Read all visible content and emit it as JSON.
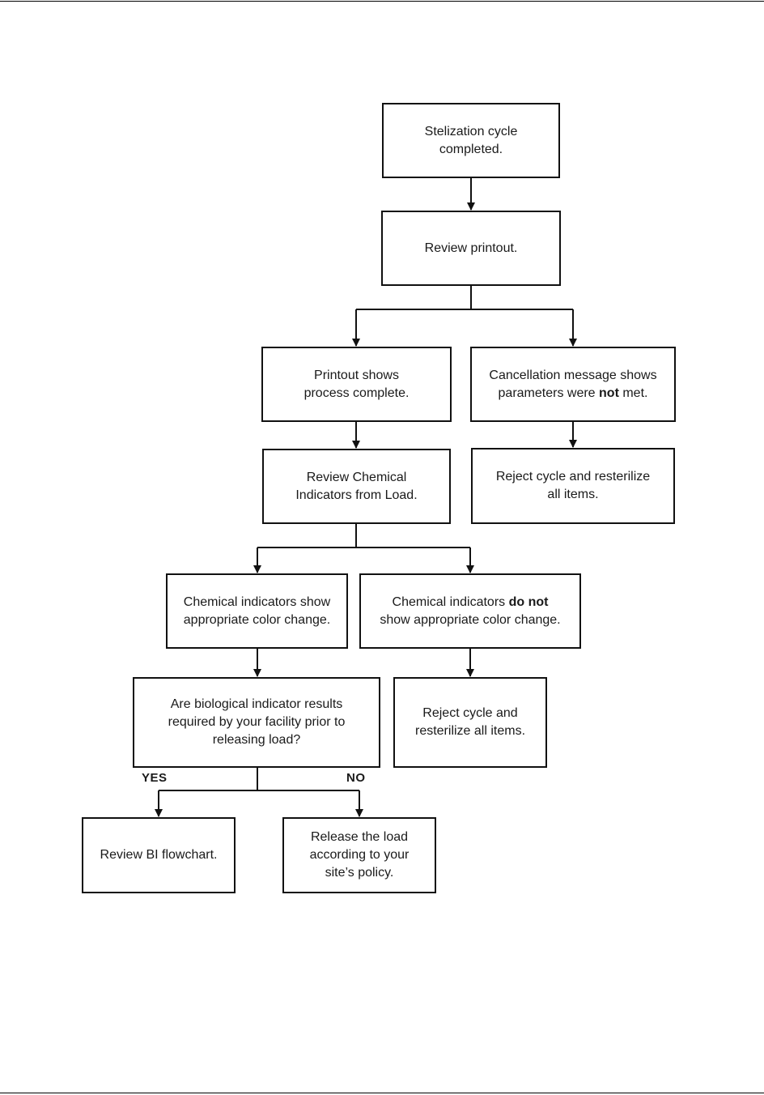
{
  "flowchart": {
    "nodes": {
      "cycle_completed": {
        "lines": [
          "Stelization cycle",
          "completed."
        ]
      },
      "review_printout": {
        "lines": [
          "Review printout."
        ]
      },
      "printout_complete": {
        "lines": [
          "Printout shows",
          "process complete."
        ]
      },
      "cancellation": {
        "line1": "Cancellation message shows",
        "line2_pre": "parameters were ",
        "line2_bold": "not",
        "line2_post": " met."
      },
      "reject_items_right": {
        "lines": [
          "Reject cycle and resterilize",
          "all items."
        ]
      },
      "review_chemical": {
        "lines": [
          "Review Chemical",
          "Indicators from Load."
        ]
      },
      "ci_ok": {
        "lines": [
          "Chemical indicators show",
          "appropriate color change."
        ]
      },
      "ci_fail": {
        "line1_pre": "Chemical indicators ",
        "line1_bold": "do not",
        "line2": "show appropriate color change."
      },
      "bi_question": {
        "lines": [
          "Are biological indicator results",
          "required by your facility prior to",
          "releasing load?"
        ]
      },
      "reject_items_mid": {
        "lines": [
          "Reject cycle and",
          "resterilize all items."
        ]
      },
      "review_bi": {
        "lines": [
          "Review BI flowchart."
        ]
      },
      "release_load": {
        "lines": [
          "Release the load",
          "according to your",
          "site’s policy."
        ]
      }
    },
    "branch_labels": {
      "yes": "YES",
      "no": "NO"
    }
  }
}
